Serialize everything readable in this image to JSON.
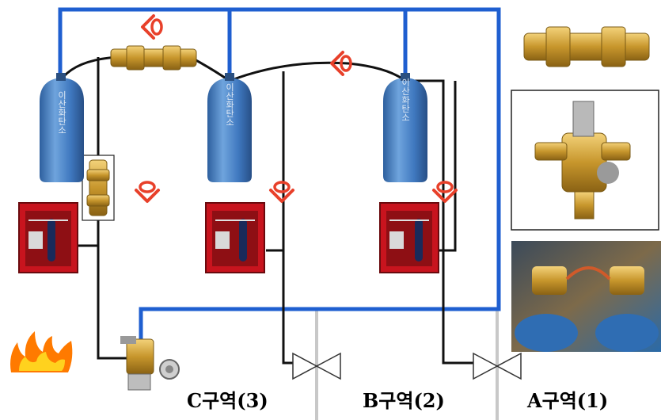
{
  "diagram": {
    "cylinder_label": "이산화탄소",
    "zones": [
      {
        "id": "C",
        "label": "C구역(3)"
      },
      {
        "id": "B",
        "label": "B구역(2)"
      },
      {
        "id": "A",
        "label": "A구역(1)"
      }
    ],
    "colors": {
      "pipe_blue": "#1f5fd0",
      "pipe_black": "#111111",
      "cylinder_blue": "#4a86c8",
      "arrow_red": "#e8402a",
      "panel_red": "#c8141e",
      "brass": "#c99a2e",
      "divider_gray": "#c8c8c8",
      "flame": "#ff7a00"
    },
    "icons": [
      "flow-arrow-icon",
      "check-valve-icon",
      "gate-valve-icon",
      "selector-valve-icon",
      "flame-icon",
      "control-panel-icon",
      "co2-cylinder-icon"
    ]
  }
}
